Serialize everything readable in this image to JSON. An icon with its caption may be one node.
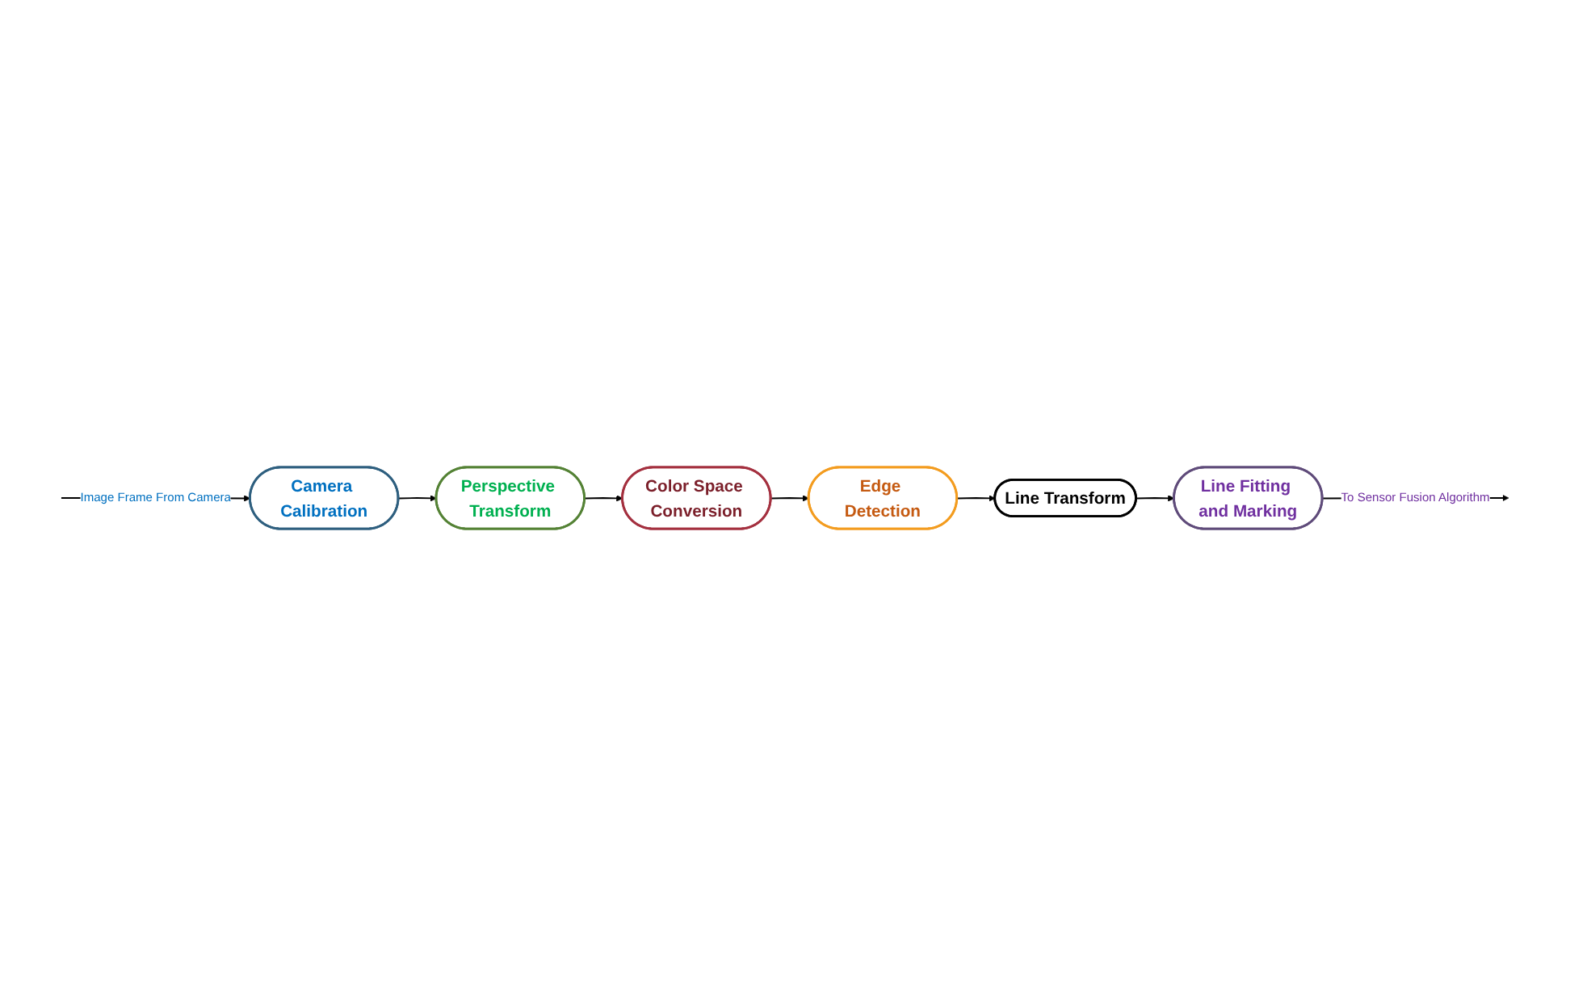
{
  "diagram": {
    "nodes": [
      {
        "text": [
          "Camera Calibration"
        ]
      },
      {
        "text": [
          "Perspective Transform"
        ]
      },
      {
        "text": [
          "Color Space Conversion"
        ]
      },
      {
        "text": [
          "Edge Detection"
        ]
      },
      {
        "text": [
          "Line Transform"
        ]
      },
      {
        "text": [
          "Line Fitting and Marking"
        ]
      }
    ],
    "edges": [
      {
        "from": null,
        "to": 0,
        "arrow": "to",
        "label": "Image Frame From Camera"
      },
      {
        "from": 0,
        "to": 1,
        "arrow": "to"
      },
      {
        "from": 1,
        "to": 2,
        "arrow": "to"
      },
      {
        "from": 2,
        "to": 3,
        "arrow": "to"
      },
      {
        "from": 3,
        "to": 4,
        "arrow": "to"
      },
      {
        "from": 4,
        "to": 5,
        "arrow": "to"
      },
      {
        "from": 5,
        "to": null,
        "arrow": "to",
        "label": "To Sensor Fusion Algorithm"
      }
    ]
  }
}
